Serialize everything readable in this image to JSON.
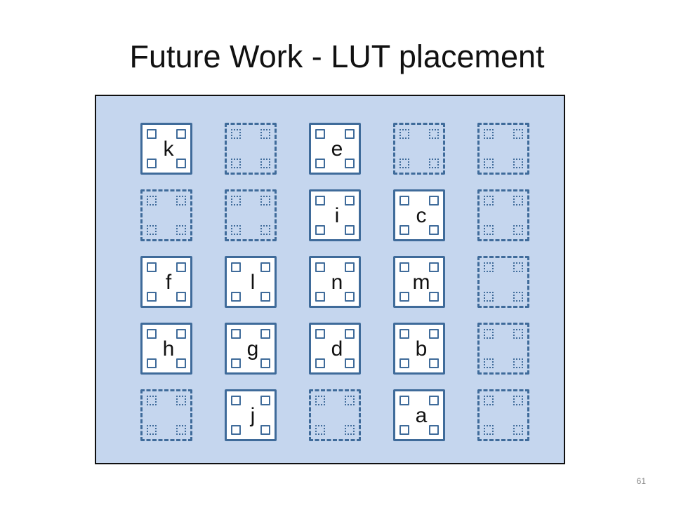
{
  "title": "Future Work - LUT placement",
  "page_number": "61",
  "colors": {
    "board_fill": "#c5d6ee",
    "board_border": "#101010",
    "clb_border": "#3f6b9a",
    "used_fill": "#ffffff"
  },
  "grid": {
    "rows": 5,
    "cols": 5,
    "cells": [
      [
        "k",
        null,
        "e",
        null,
        null
      ],
      [
        null,
        null,
        "i",
        "c",
        null
      ],
      [
        "f",
        "l",
        "n",
        "m",
        null
      ],
      [
        "h",
        "g",
        "d",
        "b",
        null
      ],
      [
        null,
        "j",
        null,
        "a",
        null
      ]
    ]
  }
}
